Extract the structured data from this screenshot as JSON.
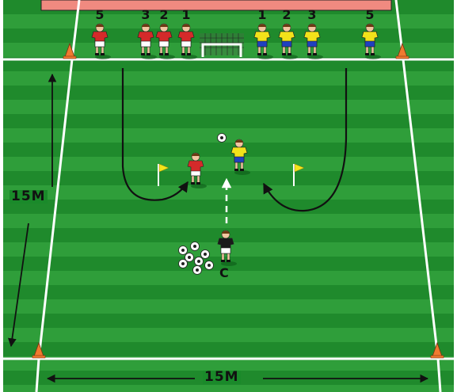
{
  "diagram": {
    "colors": {
      "grass_light": "#2f9e3a",
      "grass_dark": "#1f8a2c",
      "lines": "#ffffff",
      "banner": "#f08a80",
      "red_team": "#d42a2a",
      "yellow_team": "#f2e21a",
      "coach_shirt": "#1a1a1a",
      "flag": "#f5e51a",
      "cone": "#f07a30"
    },
    "red_team_labels": [
      "5",
      "3",
      "2",
      "1"
    ],
    "yellow_team_labels": [
      "1",
      "2",
      "3",
      "5"
    ],
    "coach_label": "C",
    "vertical_dimension": "15M",
    "horizontal_dimension": "15M",
    "icons": {
      "goal": "goal-net-icon",
      "ball": "soccer-ball-icon",
      "cone": "cone-icon",
      "flag": "corner-flag-icon",
      "arrow": "arrow-icon"
    }
  }
}
